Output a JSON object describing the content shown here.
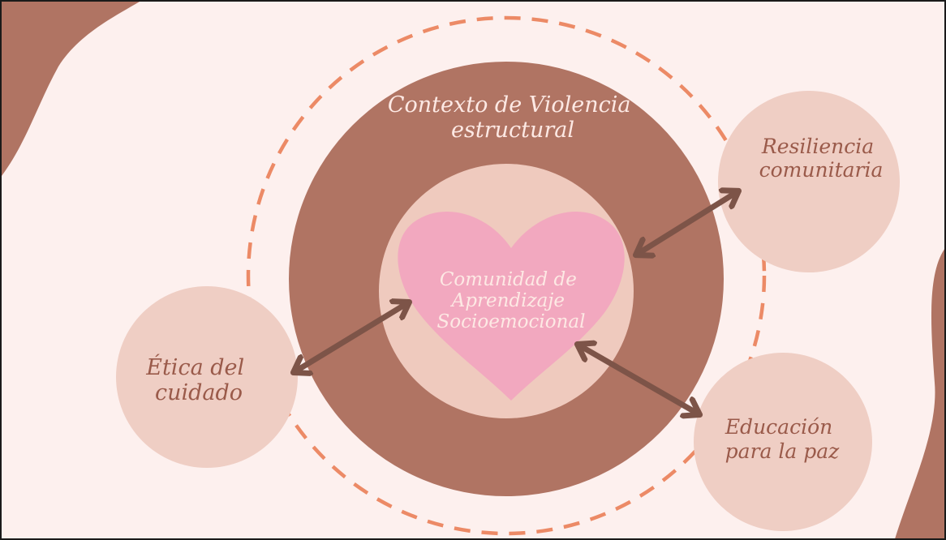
{
  "colors": {
    "background": "#fdf0ee",
    "blob": "#b07463",
    "outer_ring": "#b07463",
    "dashed_circle": "#ec8a66",
    "inner_circle": "#efcabe",
    "heart": "#f2a8bf",
    "satellite": "#efcec4",
    "arrow": "#7d5448",
    "light_text": "#fde9e4",
    "satellite_text": "#9a5a4a"
  },
  "diagram": {
    "outer_label": [
      "Contexto de Violencia",
      "estructural"
    ],
    "heart_label": [
      "Comunidad de",
      "Aprendizaje",
      "Socioemocional"
    ],
    "satellites": [
      {
        "id": "resiliencia",
        "label": [
          "Resiliencia",
          "comunitaria"
        ]
      },
      {
        "id": "etica",
        "label": [
          "Ética del",
          "cuidado"
        ]
      },
      {
        "id": "educacion",
        "label": [
          "Educación",
          "para la paz"
        ]
      }
    ]
  }
}
